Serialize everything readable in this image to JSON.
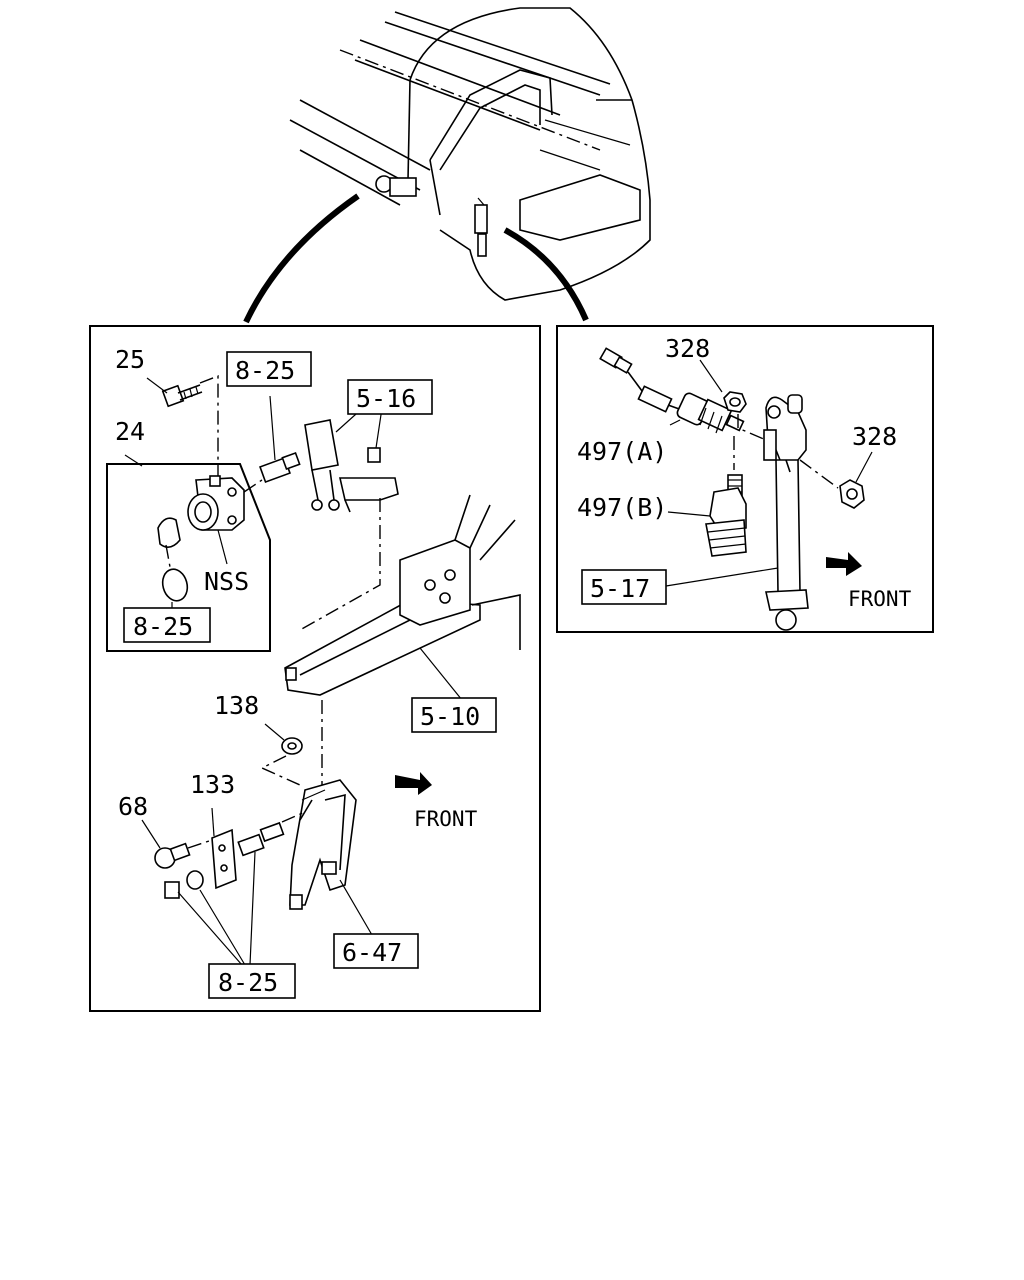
{
  "left_panel": {
    "labels": {
      "p25": "25",
      "p24": "24",
      "nss": "NSS",
      "p138": "138",
      "p133": "133",
      "p68": "68"
    },
    "boxed_refs": {
      "r825_top": "8-25",
      "r516": "5-16",
      "r825_inner": "8-25",
      "r510": "5-10",
      "r647": "6-47",
      "r825_bottom": "8-25"
    },
    "front": "FRONT"
  },
  "right_panel": {
    "labels": {
      "p328_a": "328",
      "p328_b": "328",
      "p497a": "497(A)",
      "p497b": "497(B)"
    },
    "boxed_refs": {
      "r517": "5-17"
    },
    "front": "FRONT"
  }
}
